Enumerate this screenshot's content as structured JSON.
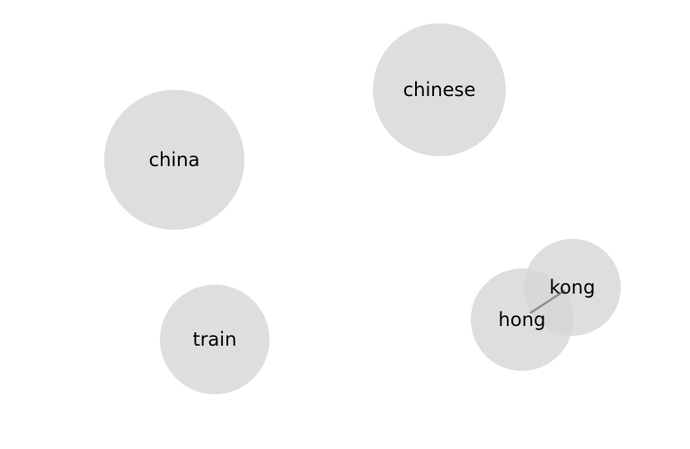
{
  "graph": {
    "nodes": [
      {
        "id": "chinese",
        "label": "chinese"
      },
      {
        "id": "china",
        "label": "china"
      },
      {
        "id": "kong",
        "label": "kong"
      },
      {
        "id": "hong",
        "label": "hong"
      },
      {
        "id": "train",
        "label": "train"
      }
    ],
    "edges": [
      {
        "source": "hong",
        "target": "kong"
      }
    ],
    "colors": {
      "node_fill": "#d6d6d6",
      "edge": "#8f8f8f",
      "label": "#000000"
    }
  }
}
